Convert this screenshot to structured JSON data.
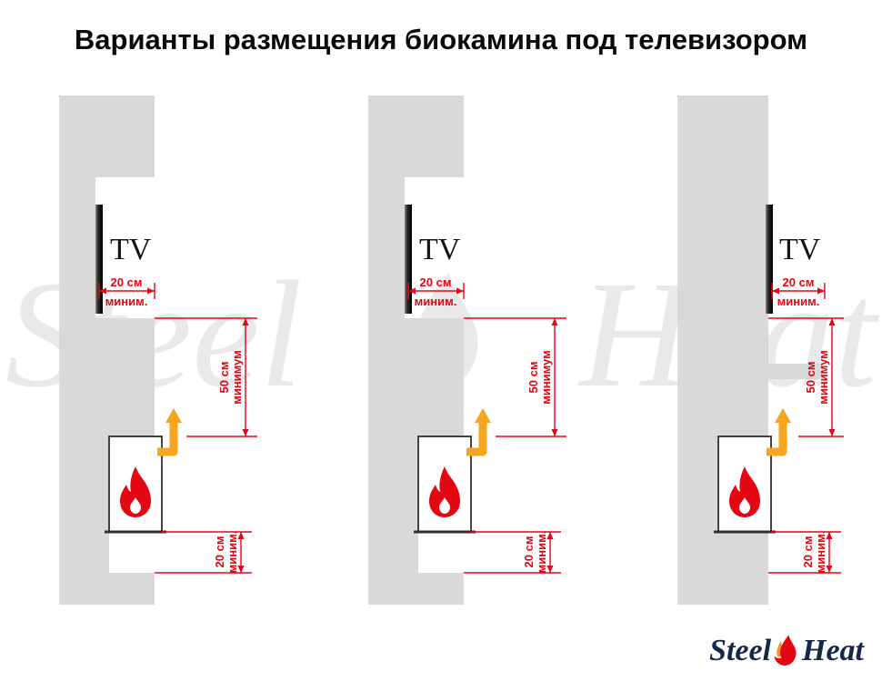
{
  "title": "Варианты размещения биокамина под телевизором",
  "watermark": {
    "left": "Steel",
    "right": "Heat",
    "flame_icon": "flame-icon"
  },
  "logo": {
    "left": "Steel",
    "right": "Heat",
    "flame_icon": "flame-icon"
  },
  "panels": [
    {
      "name": "variant-1",
      "tv_label": "TV",
      "dim_tv": {
        "line1": "20 см",
        "line2": "миним."
      },
      "dim_gap": {
        "line1": "50 см",
        "line2": "минимум"
      },
      "dim_floor": {
        "line1": "20 см",
        "line2": "миним."
      }
    },
    {
      "name": "variant-2",
      "tv_label": "TV",
      "dim_tv": {
        "line1": "20 см",
        "line2": "миним."
      },
      "dim_gap": {
        "line1": "50 см",
        "line2": "минимум"
      },
      "dim_floor": {
        "line1": "20 см",
        "line2": "миним."
      }
    },
    {
      "name": "variant-3-with-shelf",
      "tv_label": "TV",
      "dim_tv": {
        "line1": "20 см",
        "line2": "миним."
      },
      "dim_gap": {
        "line1": "50 см",
        "line2": "минимум"
      },
      "dim_floor": {
        "line1": "20 см",
        "line2": "миним."
      }
    }
  ],
  "colors": {
    "wall_gray": "#d9d9d9",
    "dimension_red": "#e30613",
    "arrow_orange": "#f6a51f",
    "flame_red": "#e30613",
    "logo_navy": "#16284a",
    "watermark_gray": "#e9e9e9"
  }
}
